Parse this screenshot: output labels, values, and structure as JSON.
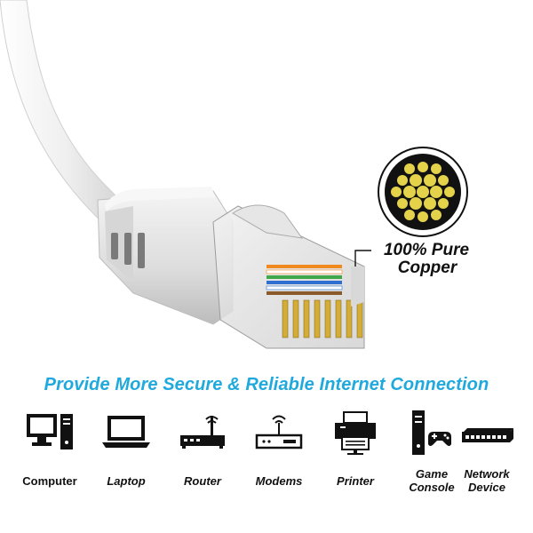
{
  "copper_callout": {
    "line1": "100% Pure",
    "line2": "Copper"
  },
  "tagline": "Provide More Secure & Reliable Internet Connection",
  "devices": [
    {
      "label": "Computer",
      "icon": "computer-icon"
    },
    {
      "label": "Laptop",
      "icon": "laptop-icon"
    },
    {
      "label": "Router",
      "icon": "router-icon"
    },
    {
      "label": "Modems",
      "icon": "modem-icon"
    },
    {
      "label": "Printer",
      "icon": "printer-icon"
    },
    {
      "label_line1": "Game",
      "label_line2": "Console",
      "icon": "game-console-icon"
    },
    {
      "label_line1": "Network",
      "label_line2": "Device",
      "icon": "network-device-icon"
    }
  ],
  "colors": {
    "accent": "#1fa9dd",
    "copper_strand": "#e4d24a",
    "cable": "#e9e9e9"
  }
}
